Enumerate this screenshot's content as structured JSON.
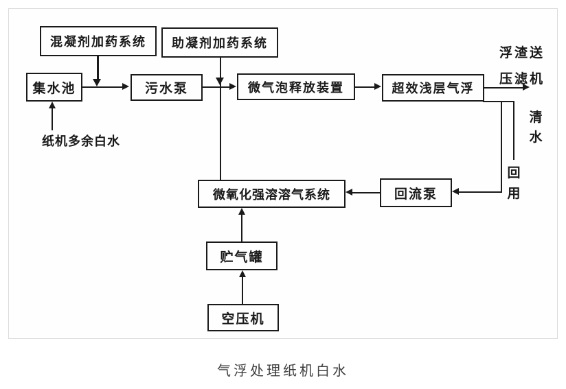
{
  "page": {
    "caption": "气浮处理纸机白水"
  },
  "colors": {
    "ink": "#1a1a1a",
    "caption_text": "#3f3f3f",
    "panel_border": "#dcdcdc",
    "panel_bg": "#fefefe"
  },
  "diagram": {
    "nodes": [
      {
        "id": "coagulant-dosing-system",
        "label": "混凝剂加药系统"
      },
      {
        "id": "coagulant-aid-dosing-system",
        "label": "助凝剂加药系统"
      },
      {
        "id": "collection-tank",
        "label": "集水池"
      },
      {
        "id": "sewage-pump",
        "label": "污水泵"
      },
      {
        "id": "microbubble-release-device",
        "label": "微气泡释放装置"
      },
      {
        "id": "shallow-air-flotation",
        "label": "超效浅层气浮"
      },
      {
        "id": "oxidation-dissolved-air-system",
        "label": "微氧化强溶溶气系统"
      },
      {
        "id": "return-pump",
        "label": "回流泵"
      },
      {
        "id": "gas-storage-tank",
        "label": "贮气罐"
      },
      {
        "id": "air-compressor",
        "label": "空压机"
      }
    ],
    "labels": {
      "scum_line1": "浮渣送",
      "scum_line2": "压滤机",
      "clear_water": "清水",
      "reuse": "回用",
      "white_water_inflow": "纸机多余白水"
    },
    "edges": [
      {
        "from": "纸机多余白水",
        "to": "集水池"
      },
      {
        "from": "集水池",
        "to": "污水泵"
      },
      {
        "from": "混凝剂加药系统",
        "to": "集水池→污水泵 管线"
      },
      {
        "from": "助凝剂加药系统",
        "to": "污水泵→微气泡释放装置 管线"
      },
      {
        "from": "污水泵",
        "to": "微气泡释放装置"
      },
      {
        "from": "微氧化强溶溶气系统",
        "to": "污水泵→微气泡释放装置 管线"
      },
      {
        "from": "微气泡释放装置",
        "to": "超效浅层气浮"
      },
      {
        "from": "超效浅层气浮",
        "to": "浮渣送压滤机"
      },
      {
        "from": "超效浅层气浮",
        "to": "清水回用"
      },
      {
        "from": "超效浅层气浮",
        "to": "回流泵"
      },
      {
        "from": "回流泵",
        "to": "微氧化强溶溶气系统"
      },
      {
        "from": "贮气罐",
        "to": "微氧化强溶溶气系统"
      },
      {
        "from": "空压机",
        "to": "贮气罐"
      }
    ]
  }
}
